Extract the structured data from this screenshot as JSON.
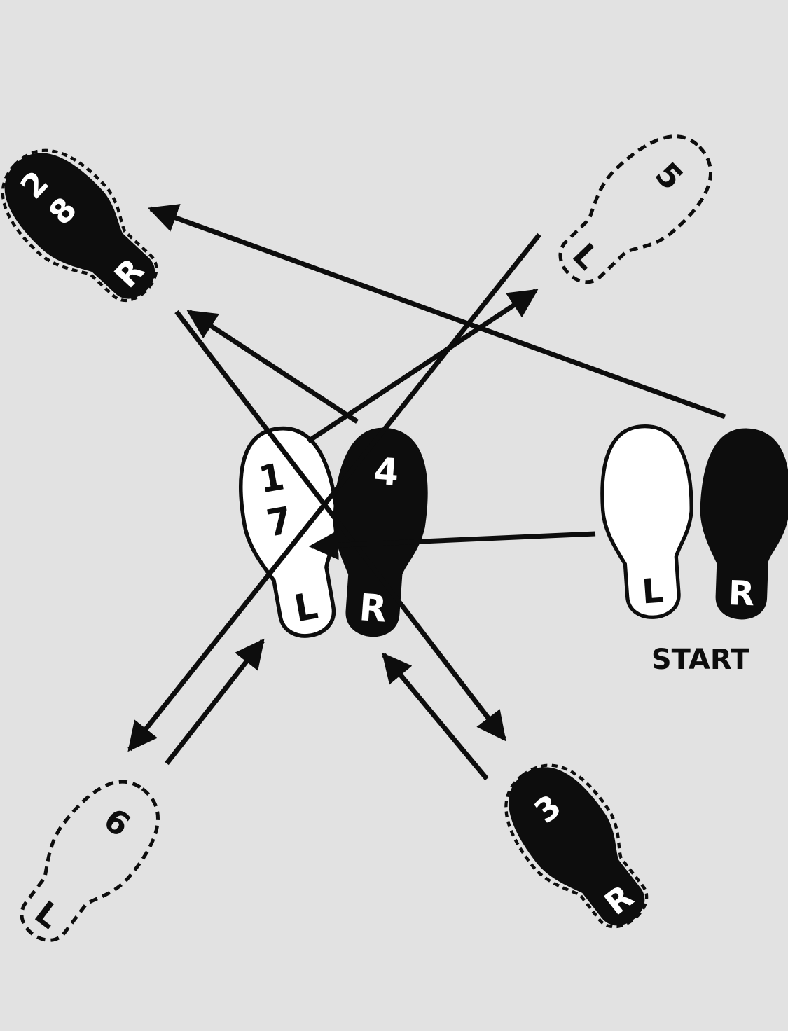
{
  "colors": {
    "background": "#e2e2e2",
    "ink": "#0d0d0d",
    "paper": "#ffffff"
  },
  "steps": {
    "step_2_8": {
      "numbers": [
        "2",
        "8"
      ],
      "foot": "R",
      "style": "solid-black-dashed-outline"
    },
    "step_5": {
      "number": "5",
      "foot": "L",
      "style": "dashed-outline"
    },
    "step_1_7": {
      "numbers": [
        "1",
        "7"
      ],
      "foot": "L",
      "style": "outline"
    },
    "step_4": {
      "number": "4",
      "foot": "R",
      "style": "solid-black"
    },
    "step_6": {
      "number": "6",
      "foot": "L",
      "style": "dashed-outline"
    },
    "step_3": {
      "number": "3",
      "foot": "R",
      "style": "solid-black-dashed-outline"
    },
    "start": {
      "label": "START",
      "left_foot": "L",
      "right_foot": "R"
    }
  }
}
